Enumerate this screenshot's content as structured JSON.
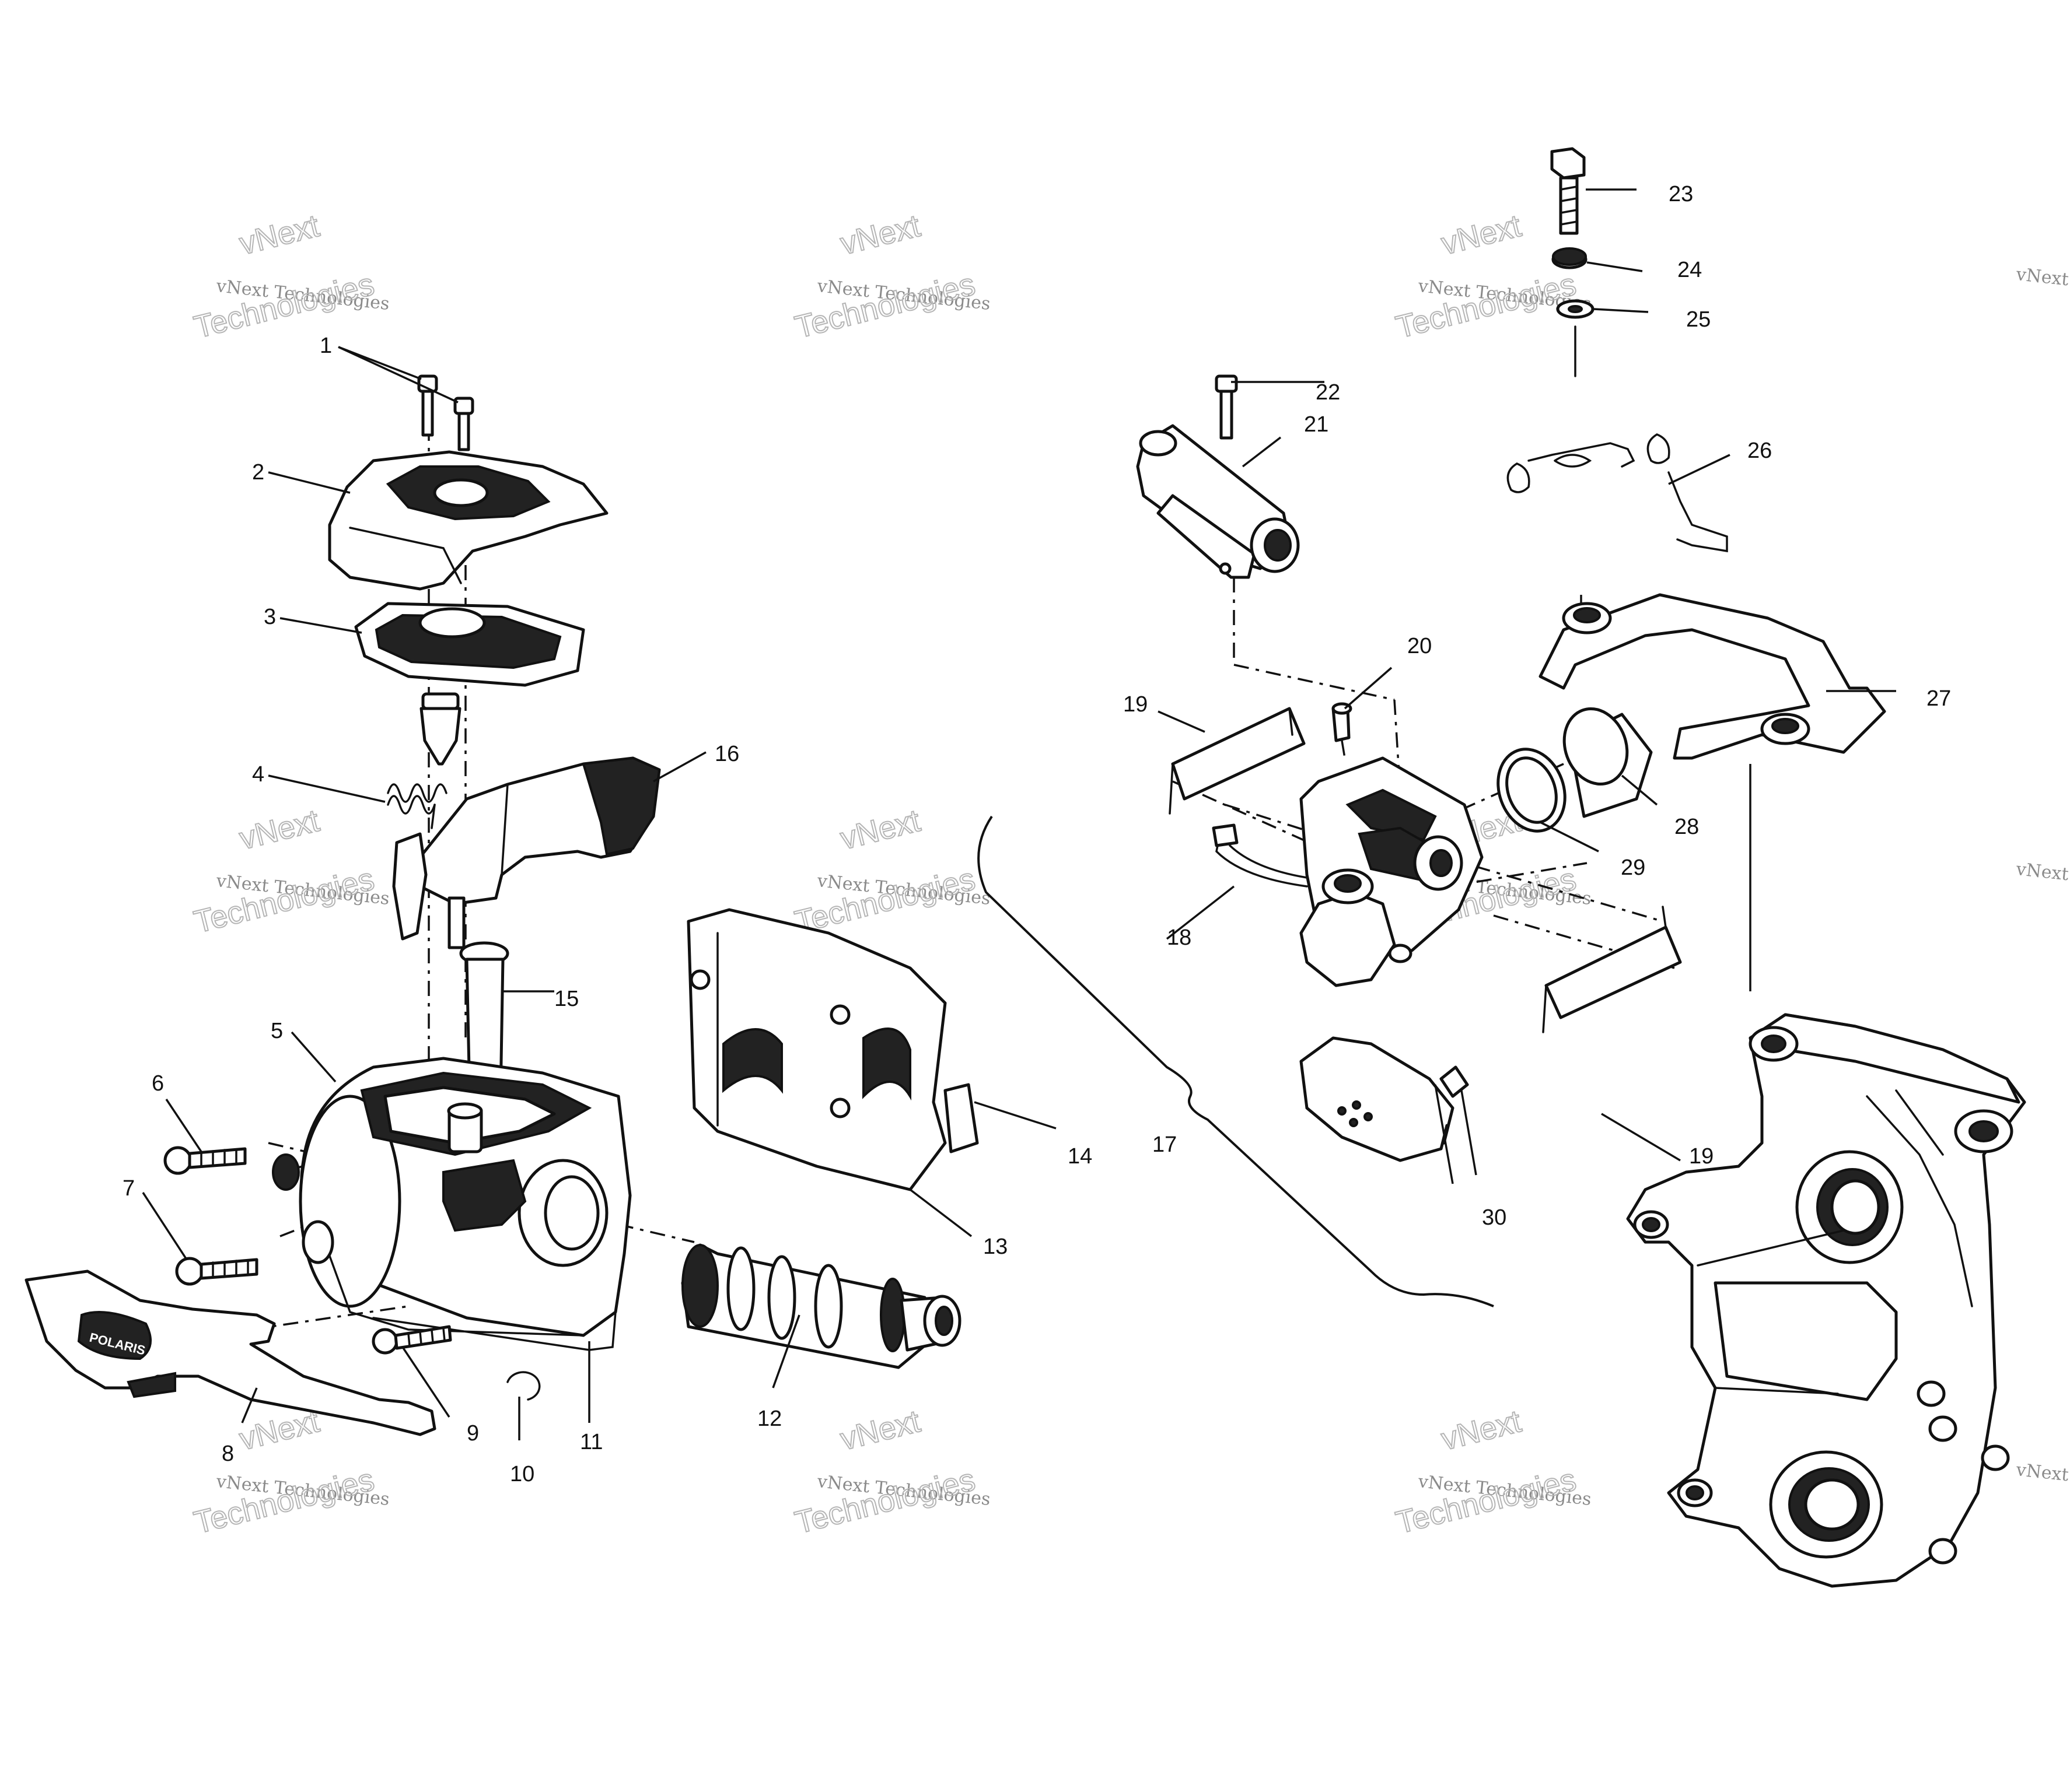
{
  "watermark": {
    "line1": "vNext Technologies",
    "overlay_a": "vNext",
    "overlay_b": "Technologies"
  },
  "callouts": [
    "1",
    "2",
    "3",
    "4",
    "5",
    "6",
    "7",
    "8",
    "9",
    "10",
    "11",
    "12",
    "13",
    "14",
    "15",
    "16",
    "17",
    "18",
    "19",
    "19",
    "20",
    "21",
    "22",
    "23",
    "24",
    "25",
    "26",
    "27",
    "28",
    "29",
    "30"
  ],
  "badge_text": "POLARIS"
}
